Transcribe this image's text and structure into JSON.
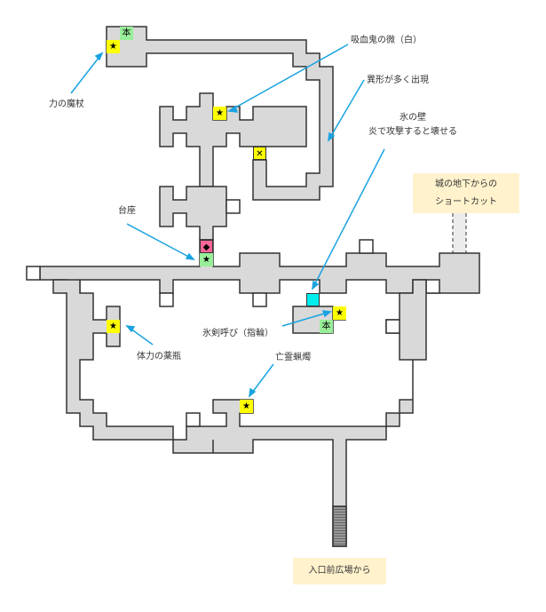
{
  "map": {
    "colors": {
      "floor": "#d9d9d9",
      "wall": "#333333",
      "item": "#ffff00",
      "book": "#99ee99",
      "pedestal": "#ff6699",
      "ice_wall": "#00eeee",
      "arrow": "#1aa3e0",
      "note_bg": "#fff2cc"
    },
    "labels": {
      "power_wand": "力の魔杖",
      "vampire_fang": "吸血鬼の微（白）",
      "many_enemies": "異形が多く出現",
      "ice_wall_line1": "氷の壁",
      "ice_wall_line2": "炎で攻撃すると壊せる",
      "pedestal": "台座",
      "ice_sword_ring": "氷剣呼び（指輪）",
      "vitality_bottle": "体力の薬瓶",
      "ghost_candle": "亡霊蝋燭"
    },
    "notes": {
      "shortcut_line1": "城の地下からの",
      "shortcut_line2": "ショートカット",
      "entrance": "入口前広場から"
    },
    "markers": {
      "star": "★",
      "book": "本",
      "diamond": "◆",
      "cross": "✕"
    }
  }
}
